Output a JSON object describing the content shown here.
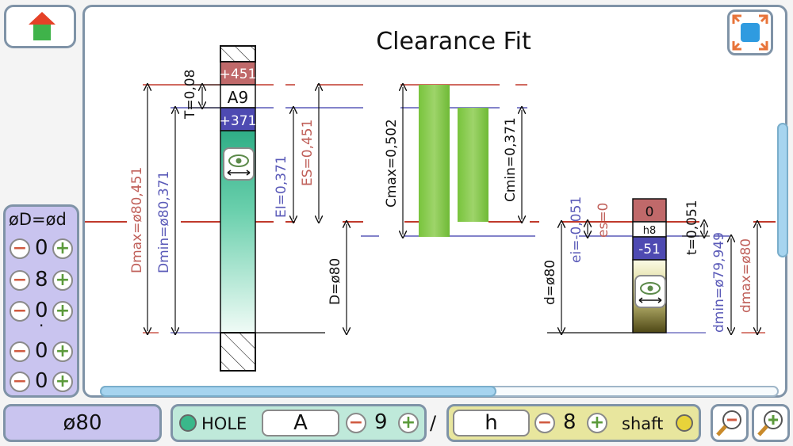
{
  "diagram": {
    "title": "Clearance Fit",
    "hole": {
      "upper": "+451",
      "grade": "A9",
      "lower": "+371",
      "T": "T=0,08",
      "EI": "EI=0,371",
      "ES": "ES=0,451",
      "Dmax": "Dmax=ø80,451",
      "Dmin": "Dmin=ø80,371",
      "D": "D=ø80"
    },
    "shaft": {
      "upper": "0",
      "grade": "h8",
      "lower": "-51",
      "t": "t=0,051",
      "ei": "ei=-0,051",
      "es": "es=0",
      "d": "d=ø80",
      "dmin": "dmin=ø79,949",
      "dmax": "dmax=ø80"
    },
    "clearance": {
      "Cmax": "Cmax=0,502",
      "Cmin": "Cmin=0,371"
    }
  },
  "equal_label": "øD=ød",
  "digits": [
    "0",
    "8",
    "0",
    "0",
    "0"
  ],
  "decimal_point": "·",
  "nominal_value": "ø80",
  "hole_panel": {
    "label": "HOLE",
    "letter": "A",
    "grade": "9"
  },
  "shaft_panel": {
    "label": "shaft",
    "letter": "h",
    "grade": "8"
  },
  "separator": "/",
  "colors": {
    "red": "#c0392b",
    "blue": "#5a5ab8",
    "green": "#7fc843",
    "hole_fill": "#3ab88a",
    "shaft_fill": "#5c5620",
    "panel_purple": "#c9c4ef"
  }
}
